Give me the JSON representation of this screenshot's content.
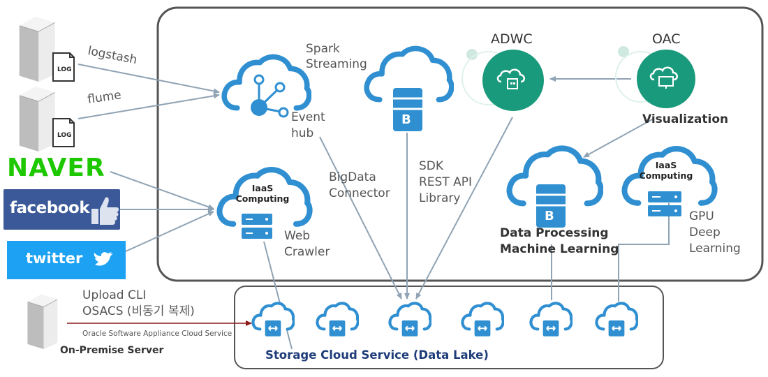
{
  "sources": {
    "logstash_label": "logstash",
    "flume_label": "flume",
    "log_badge": "LOG",
    "naver": "NAVER",
    "facebook": "facebook",
    "twitter": "twitter"
  },
  "cloud_services": {
    "spark_streaming": [
      "Spark",
      "Streaming"
    ],
    "event_hub": [
      "Event",
      "hub"
    ],
    "adwc": "ADWC",
    "oac": "OAC",
    "visualization": "Visualization",
    "bigdata_connector": [
      "BigData",
      "Connector"
    ],
    "sdk": [
      "SDK",
      "REST API",
      "Library"
    ],
    "iaas_label": [
      "IaaS",
      "Computing"
    ],
    "web_crawler": [
      "Web",
      "Crawler"
    ],
    "gpu": [
      "GPU",
      "Deep",
      "Learning"
    ],
    "data_processing": [
      "Data Processing",
      "Machine Learning"
    ],
    "b_badge": "B"
  },
  "on_premise": {
    "upload_cli": "Upload CLI",
    "osacs": "OSACS (비동기 복제)",
    "osacs_full": "Oracle Software Appliance Cloud Service",
    "server_label": "On-Premise Server"
  },
  "storage": {
    "label": "Storage Cloud Service (Data Lake)"
  },
  "colors": {
    "cloud_blue": "#2f8fd1",
    "teal": "#1a9a7c",
    "naver_green": "#1ec800",
    "facebook_blue": "#3b5998",
    "twitter_blue": "#1da1f2",
    "arrow_gray": "#8fa3b4",
    "dark_red_arrow": "#8b1a1a"
  }
}
